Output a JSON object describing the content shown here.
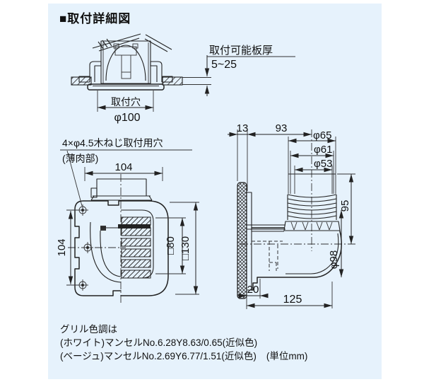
{
  "title": "■取付詳細図",
  "top_view": {
    "board_label": "取付可能板厚",
    "board_range": "5~25",
    "hole_label": "取付穴",
    "hole_dia": "φ100"
  },
  "front_view": {
    "screw_note": "4×φ4.5木ねじ取付用穴",
    "screw_note2": "(薄肉部)",
    "dim_top": "104",
    "dim_left": "104",
    "dim_sq80": "□80",
    "dim_sq130": "□130"
  },
  "side_view": {
    "dim13": "13",
    "dim93": "93",
    "dia65": "φ65",
    "dia61": "φ61",
    "dia53": "φ53",
    "dim95": "95",
    "dia98": "φ98",
    "dim20": "20",
    "dim125": "125"
  },
  "notes": {
    "line1": "グリル色調は",
    "line2": "(ホワイト)マンセルNo.6.28Y8.63/0.65(近似色)",
    "line3": "(ベージュ)マンセルNo.2.69Y6.77/1.51(近似色)",
    "unit": "(単位mm)"
  },
  "colors": {
    "panel_bg": "#e6f2fc",
    "line": "#222222",
    "text": "#111111"
  }
}
